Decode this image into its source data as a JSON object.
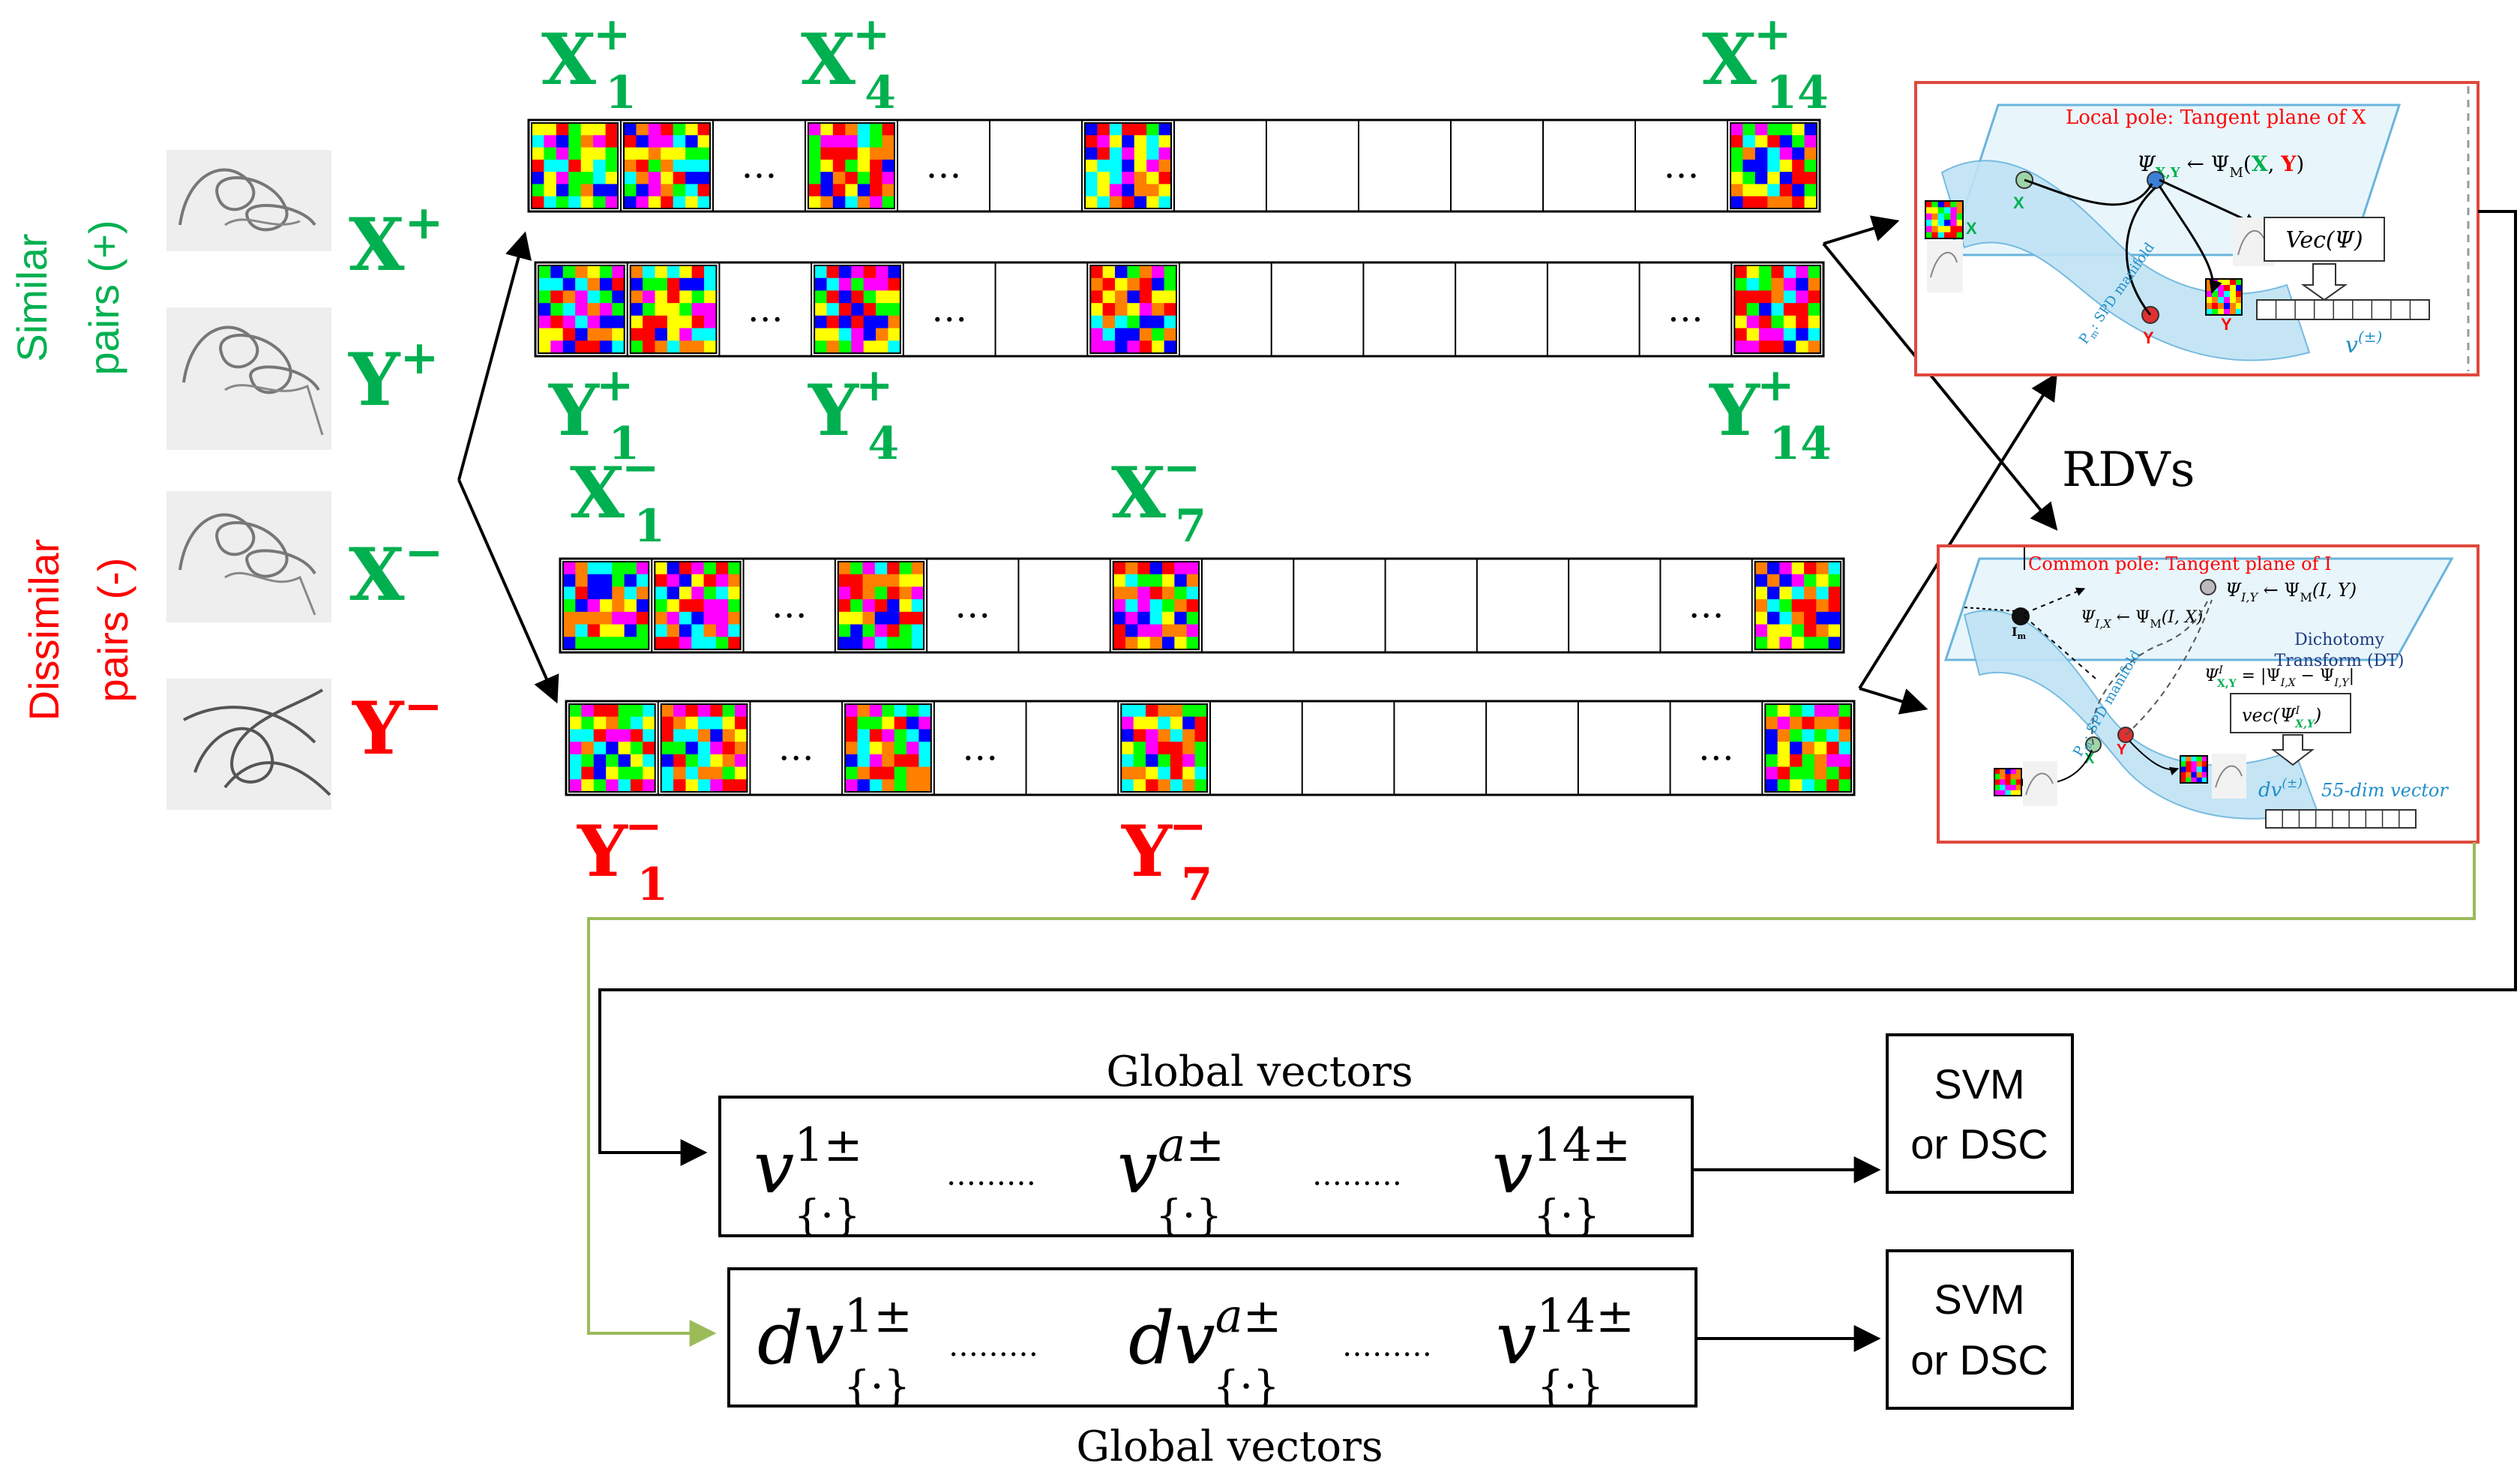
{
  "colors": {
    "green": "#00b050",
    "red": "#ff0000",
    "black": "#000000",
    "olive": "#9bbb59",
    "panel_border": "#e0483c",
    "manifold_fill": "#bfe3f5",
    "patch_palette": [
      "#ff0000",
      "#00ff00",
      "#0000ff",
      "#ffff00",
      "#ff00ff",
      "#ff7f00",
      "#00ffff"
    ]
  },
  "side_labels": {
    "similar_line1": "Similar",
    "similar_line2": "pairs (+)",
    "dissimilar_line1": "Dissimilar",
    "dissimilar_line2": "pairs (-)"
  },
  "pair_labels": {
    "x_plus": "X",
    "y_plus": "Y",
    "x_minus": "X",
    "y_minus": "Y",
    "plus_sup": "+",
    "minus_sup": "−"
  },
  "strip_labels": {
    "x1_plus": "X",
    "x1_plus_sub": "1",
    "x4_plus": "X",
    "x4_plus_sub": "4",
    "x14_plus": "X",
    "x14_plus_sub": "14",
    "y1_plus": "Y",
    "y1_plus_sub": "1",
    "y4_plus": "Y",
    "y4_plus_sub": "4",
    "y14_plus": "Y",
    "y14_plus_sub": "14",
    "x1_minus": "X",
    "x1_minus_sub": "1",
    "x7_minus": "X",
    "x7_minus_sub": "7",
    "y1_minus": "Y",
    "y1_minus_sub": "1",
    "y7_minus": "Y",
    "y7_minus_sub": "7",
    "dots": "…"
  },
  "rdvs_label": "RDVs",
  "panel_top": {
    "title": "Local pole: Tangent plane of X",
    "formula": "Ψ",
    "formula_sub": "X,Y",
    "formula_rhs": " ← Ψ",
    "formula_rhs_sub": "M",
    "formula_args_open": "(",
    "formula_arg1": "X",
    "formula_comma": ", ",
    "formula_arg2": "Y",
    "formula_args_close": ")",
    "vec": "Vec(Ψ)",
    "manifold": "P",
    "manifold_sub": "m",
    "manifold_rest": ": SPD manifold",
    "vector": "v",
    "vector_sup": "(±)",
    "pt_x": "X",
    "pt_y": "Y",
    "pt_x_outer": "X",
    "pt_y_outer": "Y"
  },
  "panel_bottom": {
    "title": "Common pole: Tangent plane of I",
    "f1": "Ψ",
    "f1_sub": "I,Y",
    "f1_rhs": " ← Ψ",
    "f1_rhs_sub": "M",
    "f1_args": "(I, Y)",
    "f2": "Ψ",
    "f2_sub": "I,X",
    "f2_rhs": " ← Ψ",
    "f2_rhs_sub": "M",
    "f2_args": "(I, X)",
    "dt_line1": "Dichotomy",
    "dt_line2": "Transform (DT)",
    "dt_lhs": "Ψ",
    "dt_lhs_sup": "I",
    "dt_lhs_sub": "X,Y",
    "dt_rhs": " = |Ψ",
    "dt_rhs_sub1": "I,X",
    "dt_minus": " − Ψ",
    "dt_rhs_sub2": "I,Y",
    "dt_close": "|",
    "vec": "vec(Ψ",
    "vec_sup": "I",
    "vec_sub": "X,Y",
    "vec_close": ")",
    "manifold": "P",
    "manifold_sub": "m",
    "manifold_rest": ": SPD manifold",
    "dv": "dv",
    "dv_sup": "(±)",
    "dim": "55-dim vector",
    "pt_i": "I",
    "pt_i_sub": "m",
    "pt_x": "X",
    "pt_y": "Y"
  },
  "global": {
    "label_top": "Global vectors",
    "label_bottom": "Global vectors",
    "row1": {
      "t1": "v",
      "t1_sup": "1±",
      "t1_sub": "{·}",
      "dots1": "………",
      "t2": "v",
      "t2_sup": "a±",
      "t2_sub": "{·}",
      "dots2": "………",
      "t3": "v",
      "t3_sup": "14±",
      "t3_sub": "{·}"
    },
    "row2": {
      "t1": "dv",
      "t1_sup": "1±",
      "t1_sub": "{·}",
      "dots1": "………",
      "t2": "dv",
      "t2_sup": "a±",
      "t2_sub": "{·}",
      "dots2": "………",
      "t3": "v",
      "t3_sup": "14±",
      "t3_sub": "{·}"
    }
  },
  "classifier": {
    "line1": "SVM",
    "line2": "or DSC"
  }
}
